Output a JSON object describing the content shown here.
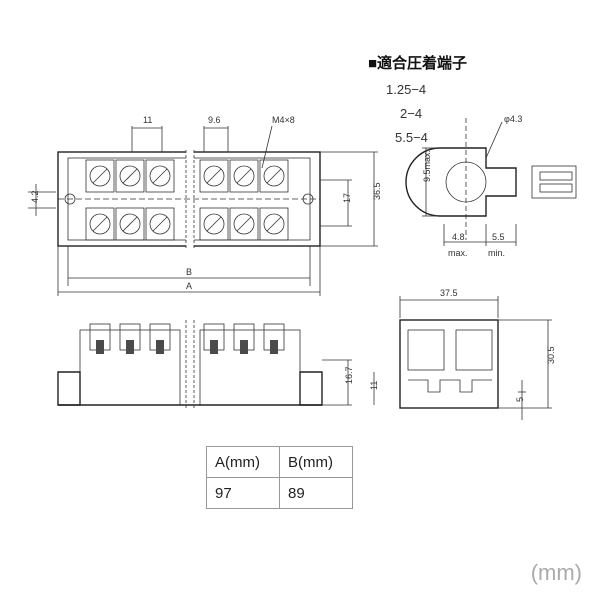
{
  "crimp_terminal": {
    "title": "■適合圧着端子",
    "specs": [
      "1.25−4",
      "2−4",
      "5.5−4"
    ]
  },
  "dimensions": {
    "top_view": {
      "pitch": "11",
      "pitch2": "9.6",
      "screw": "M4×8",
      "hole_offset": "4.2",
      "row_spacing": "17",
      "height": "36.5",
      "b": "B",
      "a": "A"
    },
    "terminal": {
      "hole_dia": "φ4.3",
      "width_max": "9.5max.",
      "a_len": "4.8",
      "a_note": "max.",
      "b_len": "5.5",
      "b_note": "min."
    },
    "side_view": {
      "h1": "16.7",
      "h2": "11"
    },
    "end_view": {
      "width": "37.5",
      "height": "30.5",
      "base": "5"
    }
  },
  "table": {
    "headers": [
      "A(mm)",
      "B(mm)"
    ],
    "row": [
      "97",
      "89"
    ]
  },
  "unit_label": "(mm)"
}
